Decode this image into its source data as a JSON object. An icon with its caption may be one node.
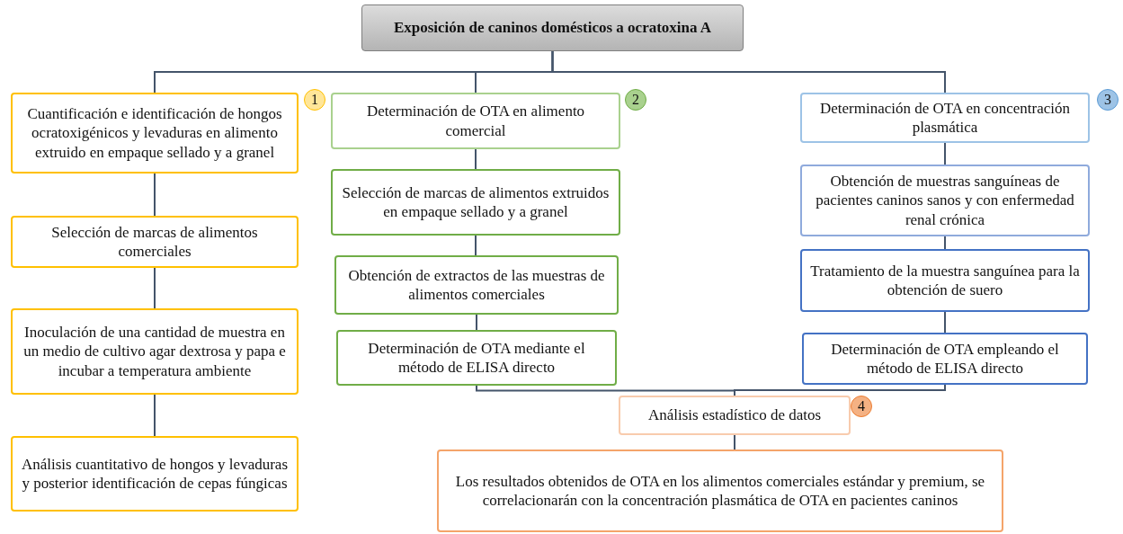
{
  "diagram": {
    "nodes": [
      {
        "text": [
          "Exposición de caninos domésticos a ocratoxina A"
        ]
      },
      {
        "text": [
          "Cuantificación e identificación de hongos ocratoxigénicos y levaduras en alimento extruido en empaque sellado y a granel"
        ],
        "beside": [
          "1"
        ]
      },
      {
        "text": [
          "Selección de marcas de alimentos comerciales"
        ]
      },
      {
        "text": [
          "Inoculación de una cantidad de muestra en un medio de cultivo agar dextrosa y papa e incubar a temperatura ambiente"
        ]
      },
      {
        "text": [
          "Análisis cuantitativo de hongos y levaduras y posterior identificación de cepas fúngicas"
        ]
      },
      {
        "text": [
          "Determinación de OTA en alimento comercial"
        ],
        "beside": [
          "2"
        ]
      },
      {
        "text": [
          "Selección de marcas de alimentos extruidos en empaque sellado y a granel"
        ]
      },
      {
        "text": [
          "Obtención de extractos de las muestras de alimentos comerciales"
        ]
      },
      {
        "text": [
          "Determinación de OTA mediante el método de ELISA directo"
        ]
      },
      {
        "text": [
          "Determinación de OTA en concentración plasmática"
        ],
        "beside": [
          "3"
        ]
      },
      {
        "text": [
          "Obtención de muestras sanguíneas de pacientes caninos sanos y con enfermedad renal crónica"
        ]
      },
      {
        "text": [
          "Tratamiento de la muestra sanguínea para la obtención de suero"
        ]
      },
      {
        "text": [
          "Determinación de OTA empleando el método de ELISA directo"
        ]
      },
      {
        "text": [
          "Análisis estadístico de datos"
        ],
        "beside": [
          "4"
        ]
      },
      {
        "text": [
          "Los resultados obtenidos de OTA en los alimentos comerciales estándar y premium, se correlacionarán con la concentración plasmática de OTA en pacientes caninos"
        ]
      }
    ],
    "edges": [
      {
        "from": 0,
        "to": 1,
        "arrow": "none"
      },
      {
        "from": 0,
        "to": 5,
        "arrow": "none"
      },
      {
        "from": 0,
        "to": 9,
        "arrow": "none"
      },
      {
        "from": 1,
        "to": 2,
        "arrow": "none"
      },
      {
        "from": 2,
        "to": 3,
        "arrow": "none"
      },
      {
        "from": 3,
        "to": 4,
        "arrow": "none"
      },
      {
        "from": 5,
        "to": 6,
        "arrow": "none"
      },
      {
        "from": 6,
        "to": 7,
        "arrow": "none"
      },
      {
        "from": 7,
        "to": 8,
        "arrow": "none"
      },
      {
        "from": 9,
        "to": 10,
        "arrow": "none"
      },
      {
        "from": 10,
        "to": 11,
        "arrow": "none"
      },
      {
        "from": 11,
        "to": 12,
        "arrow": "none"
      },
      {
        "from": 8,
        "to": 13,
        "arrow": "none"
      },
      {
        "from": 12,
        "to": 13,
        "arrow": "none"
      },
      {
        "from": 13,
        "to": 14,
        "arrow": "none"
      }
    ]
  }
}
